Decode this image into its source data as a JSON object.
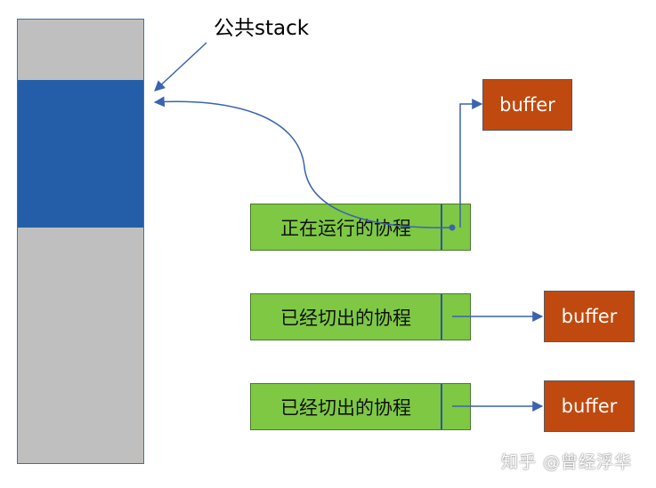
{
  "diagram": {
    "stack_label": "公共stack",
    "coroutines": [
      {
        "label": "正在运行的协程",
        "state": "running"
      },
      {
        "label": "已经切出的协程",
        "state": "switched-out"
      },
      {
        "label": "已经切出的协程",
        "state": "switched-out"
      }
    ],
    "buffers": [
      {
        "label": "buffer"
      },
      {
        "label": "buffer"
      },
      {
        "label": "buffer"
      }
    ],
    "watermark": "知乎 @曾经浮华"
  },
  "colors": {
    "stack_gray": "#bfbfbf",
    "stack_active": "#255ea8",
    "coroutine_green": "#7ec844",
    "buffer_orange": "#c0490f",
    "arrow_blue": "#3a63b0"
  }
}
